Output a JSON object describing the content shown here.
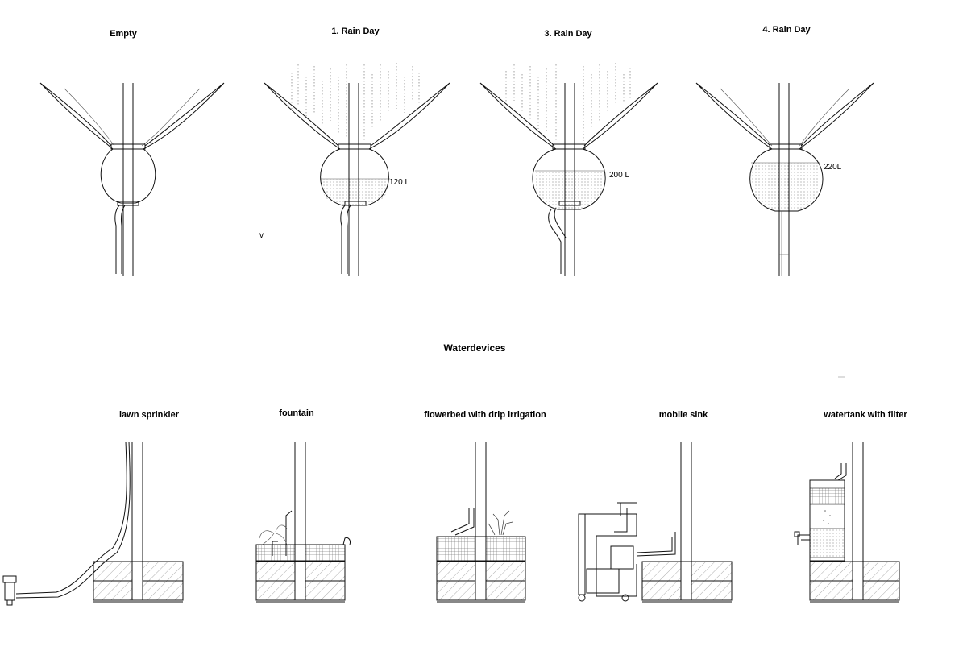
{
  "stages": [
    {
      "label": "Empty",
      "volume": ""
    },
    {
      "label": "1. Rain Day",
      "volume": "120 L"
    },
    {
      "label": "3. Rain Day",
      "volume": "200 L"
    },
    {
      "label": "4. Rain Day",
      "volume": "220L"
    }
  ],
  "section_title": "Waterdevices",
  "devices": [
    {
      "label": "lawn sprinkler"
    },
    {
      "label": "fountain"
    },
    {
      "label": "flowerbed with drip irrigation"
    },
    {
      "label": "mobile sink"
    },
    {
      "label": "watertank  with filter"
    }
  ],
  "stray_mark": "v"
}
